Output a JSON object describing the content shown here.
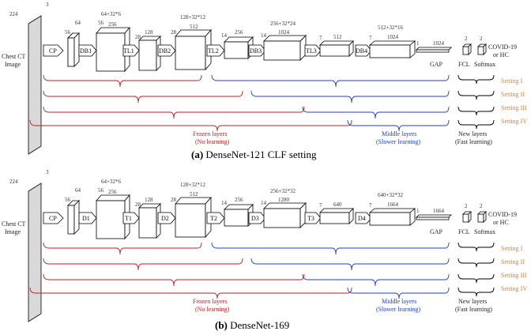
{
  "colors": {
    "frozen": "#b22222",
    "middle": "#1f3fbf",
    "setting": "#d9822b"
  },
  "input_label": [
    "Chest CT",
    "Image"
  ],
  "output_label": [
    "COVID-19",
    "or HC"
  ],
  "layer_labels": {
    "gap": "GAP",
    "fcl": "FCL",
    "softmax": "Softmax"
  },
  "settings": [
    "Setting I",
    "Setting II",
    "Setting III",
    "Setting IV"
  ],
  "group_labels": {
    "frozen": [
      "Frozen layers",
      "(No learning)"
    ],
    "middle": [
      "Middle layers",
      "(Slower learning)"
    ],
    "new": [
      "New layers",
      "(Fast learning)"
    ]
  },
  "panels": [
    {
      "caption_prefix": "(a)",
      "caption_text": "DenseNet-121 CLF setting",
      "ops": [
        "CP",
        "DB1",
        "TL1",
        "DB2",
        "TL2",
        "DB3",
        "TL3",
        "DB4"
      ],
      "dims": {
        "input": [
          "224",
          "3"
        ],
        "cp": "56",
        "b1": [
          "56",
          "64"
        ],
        "b2": [
          "56",
          "256",
          "64+32*6"
        ],
        "b3": [
          "28",
          "128"
        ],
        "b4": [
          "28",
          "512",
          "128+32*12"
        ],
        "b5": [
          "14",
          "256"
        ],
        "b6": [
          "14",
          "1024",
          "256+32*24"
        ],
        "b7": [
          "7",
          "512"
        ],
        "b8": [
          "7",
          "1024",
          "512+32*16"
        ],
        "gap": [
          "1",
          "1024"
        ],
        "fcl": "2",
        "sm": "2"
      }
    },
    {
      "caption_prefix": "(b)",
      "caption_text": "DenseNet-169",
      "ops": [
        "CP",
        "D1",
        "T1",
        "D2",
        "T2",
        "D3",
        "T3",
        "D4"
      ],
      "dims": {
        "input": [
          "224",
          "3"
        ],
        "cp": "56",
        "b1": [
          "56",
          "64"
        ],
        "b2": [
          "56",
          "256",
          "64+32*6"
        ],
        "b3": [
          "28",
          "128"
        ],
        "b4": [
          "28",
          "512",
          "128+32*12"
        ],
        "b5": [
          "14",
          "256"
        ],
        "b6": [
          "14",
          "1280",
          "256+32*32"
        ],
        "b7": [
          "7",
          "640"
        ],
        "b8": [
          "7",
          "1664",
          "640+32*32"
        ],
        "gap": [
          "1",
          "1664"
        ],
        "fcl": "2",
        "sm": "2"
      }
    }
  ]
}
